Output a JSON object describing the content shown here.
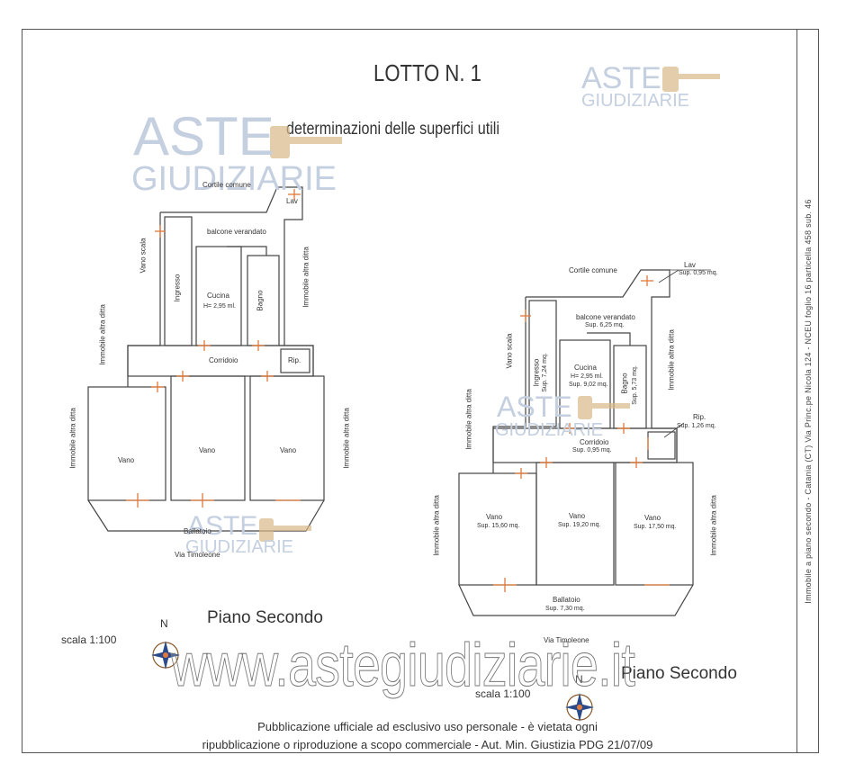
{
  "title": "LOTTO N. 1",
  "subtitle": "determinazioni delle superfici utili",
  "side_text": "Immobile a piano secondo - Catania (CT) Via Princ.pe Nicola 124 - NCEU foglio 16 particella 458 sub. 46",
  "watermark": {
    "line1": "ASTE",
    "line2": "GIUDIZIARIE",
    "url": "www.astegiudiziarie.it"
  },
  "footer": {
    "line1": "Pubblicazione ufficiale ad esclusivo uso personale - è vietata ogni",
    "line2": "ripubblicazione o riproduzione a scopo commerciale - Aut. Min. Giustizia PDG 21/07/09"
  },
  "compass_label": "N",
  "plan_left": {
    "floor_label": "Piano  Secondo",
    "scale_label": "scala 1:100",
    "rooms": {
      "cortile": "Cortile comune",
      "lav": "Lav",
      "balcone": "balcone verandato",
      "vano_scala": "Vano scala",
      "ingresso": "Ingresso",
      "cucina": "Cucina",
      "cucina_h": "H= 2,95 ml.",
      "bagno": "Bagno",
      "corridoio": "Corridoio",
      "rip": "Rip.",
      "vano1": "Vano",
      "vano2": "Vano",
      "vano3": "Vano",
      "ballatoio": "Ballatoio",
      "via": "Via Timoleone",
      "immobile_left1": "Immobile altra ditta",
      "immobile_left2": "Immobile altra ditta",
      "immobile_right1": "Immobile altra ditta",
      "immobile_right2": "Immobile altra ditta"
    }
  },
  "plan_right": {
    "floor_label": "Piano  Secondo",
    "scale_label": "scala 1:100",
    "rooms": {
      "cortile": "Cortile comune",
      "lav": "Lav",
      "lav_sup": "Sup. 0,95 mq.",
      "balcone": "balcone verandato",
      "balcone_sup": "Sup. 6,25 mq.",
      "vano_scala": "Vano scala",
      "ingresso": "Ingresso",
      "ingresso_sup": "Sup. 7,24 mq.",
      "cucina": "Cucina",
      "cucina_h": "H= 2,95 ml.",
      "cucina_sup": "Sup. 9,02 mq.",
      "bagno": "Bagno",
      "bagno_sup": "Sup. 5,73 mq.",
      "rip": "Rip.",
      "rip_sup": "Sup. 1,26 mq.",
      "corridoio": "Corridoio",
      "corridoio_sup": "Sup. 0,95 mq.",
      "vano1": "Vano",
      "vano1_sup": "Sup. 15,60 mq.",
      "vano2": "Vano",
      "vano2_sup": "Sup. 19,20 mq.",
      "vano3": "Vano",
      "vano3_sup": "Sup. 17,50 mq.",
      "ballatoio": "Ballatoio",
      "ballatoio_sup": "Sup. 7,30 mq.",
      "via": "Via Timoleone",
      "immobile_left1": "Immobile altra ditta",
      "immobile_left2": "Immobile altra ditta",
      "immobile_right1": "Immobile altra ditta",
      "immobile_right2": "Immobile altra ditta"
    }
  }
}
